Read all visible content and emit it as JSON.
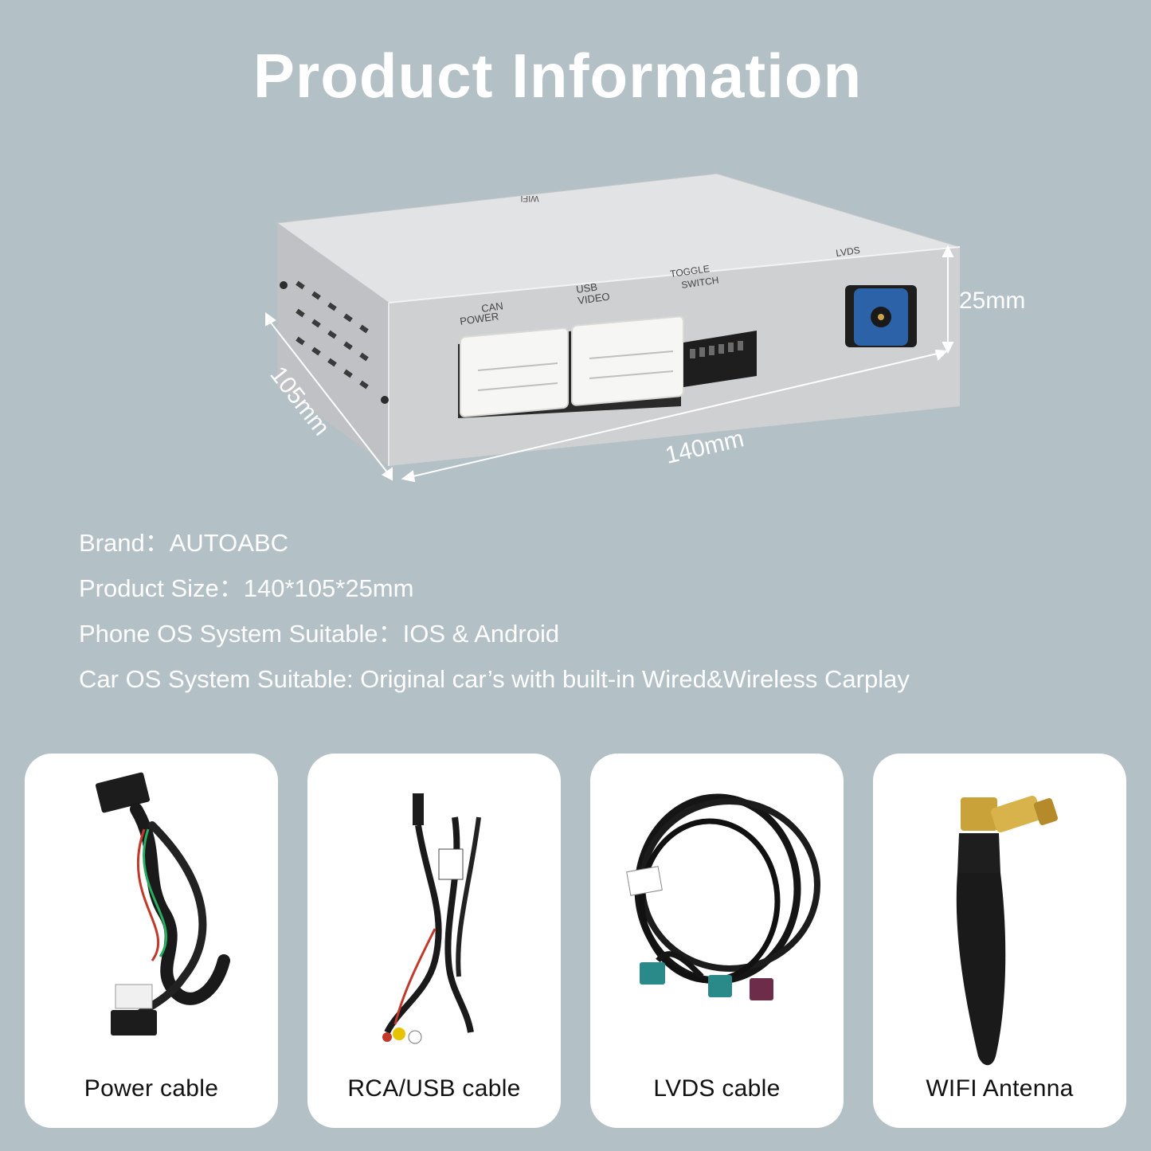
{
  "title": "Product Information",
  "figure": {
    "labels": {
      "wifi": "WIFI",
      "can_power": [
        "CAN",
        "POWER"
      ],
      "usb_video": [
        "USB",
        "VIDEO"
      ],
      "toggle_switch": [
        "TOGGLE",
        "SWITCH"
      ],
      "lvds": "LVDS"
    },
    "dimensions": {
      "height": "25mm",
      "depth": "105mm",
      "width": "140mm"
    }
  },
  "specs": [
    "Brand：AUTOABC",
    "Product Size：140*105*25mm",
    "Phone OS System Suitable：IOS & Android",
    "Car OS System Suitable: Original car’s with built-in Wired&Wireless Carplay"
  ],
  "accessories": [
    {
      "label": "Power cable",
      "icon": "power-cable-icon"
    },
    {
      "label": "RCA/USB cable",
      "icon": "rca-usb-cable-icon"
    },
    {
      "label": "LVDS cable",
      "icon": "lvds-cable-icon"
    },
    {
      "label": "WIFI Antenna",
      "icon": "wifi-antenna-icon"
    }
  ],
  "colors": {
    "background": "#b3c1c7",
    "box_silver": "#c9cacc",
    "connector_blue": "#2c63a8",
    "card": "#ffffff"
  }
}
